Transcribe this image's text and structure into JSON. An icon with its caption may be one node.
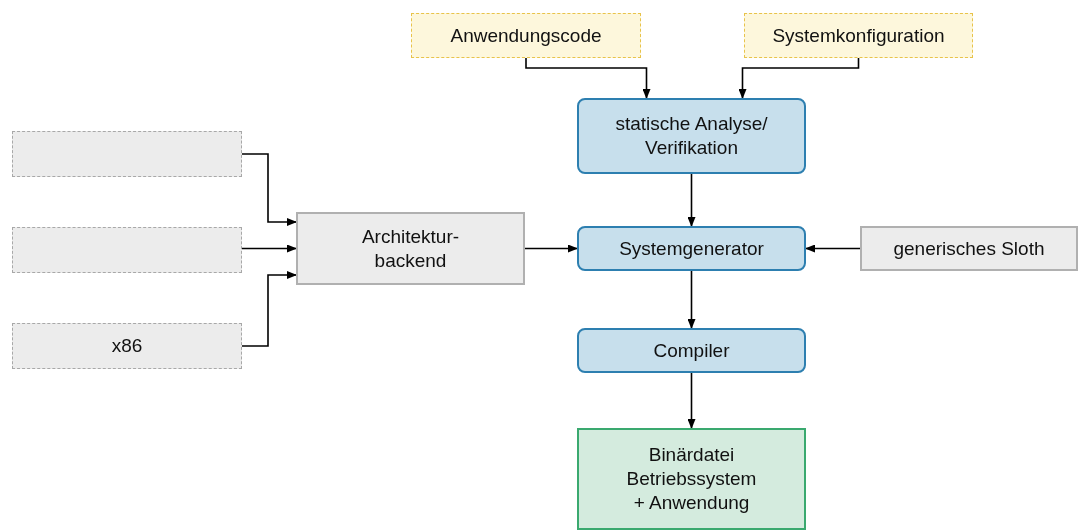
{
  "diagram": {
    "nodes": [
      {
        "text": [
          "Anwendungscode"
        ]
      },
      {
        "text": [
          "Systemkonfiguration"
        ]
      },
      {
        "text": [
          "statische Analyse/ Verifikation"
        ]
      },
      {
        "text": [],
        "shape": "box"
      },
      {
        "text": [
          "Architektur- backend"
        ]
      },
      {
        "text": [],
        "shape": "box"
      },
      {
        "text": [
          "Systemgenerator"
        ]
      },
      {
        "text": [
          "generisches Sloth"
        ]
      },
      {
        "text": [
          "x86"
        ]
      },
      {
        "text": [
          "Compiler"
        ]
      },
      {
        "text": [
          "Binärdatei",
          "Betriebssystem",
          "+ Anwendung"
        ]
      }
    ],
    "edges": [
      {
        "from": 0,
        "to": 2,
        "arrow": "to"
      },
      {
        "from": 1,
        "to": 2,
        "arrow": "to"
      },
      {
        "from": 2,
        "to": 6,
        "arrow": "to"
      },
      {
        "from": 3,
        "to": 4,
        "arrow": "to"
      },
      {
        "from": 5,
        "to": 4,
        "arrow": "to"
      },
      {
        "from": 8,
        "to": 4,
        "arrow": "to"
      },
      {
        "from": 4,
        "to": 6,
        "arrow": "to"
      },
      {
        "from": 7,
        "to": 6,
        "arrow": "to"
      },
      {
        "from": 6,
        "to": 9,
        "arrow": "to"
      },
      {
        "from": 9,
        "to": 10,
        "arrow": "to"
      }
    ]
  }
}
